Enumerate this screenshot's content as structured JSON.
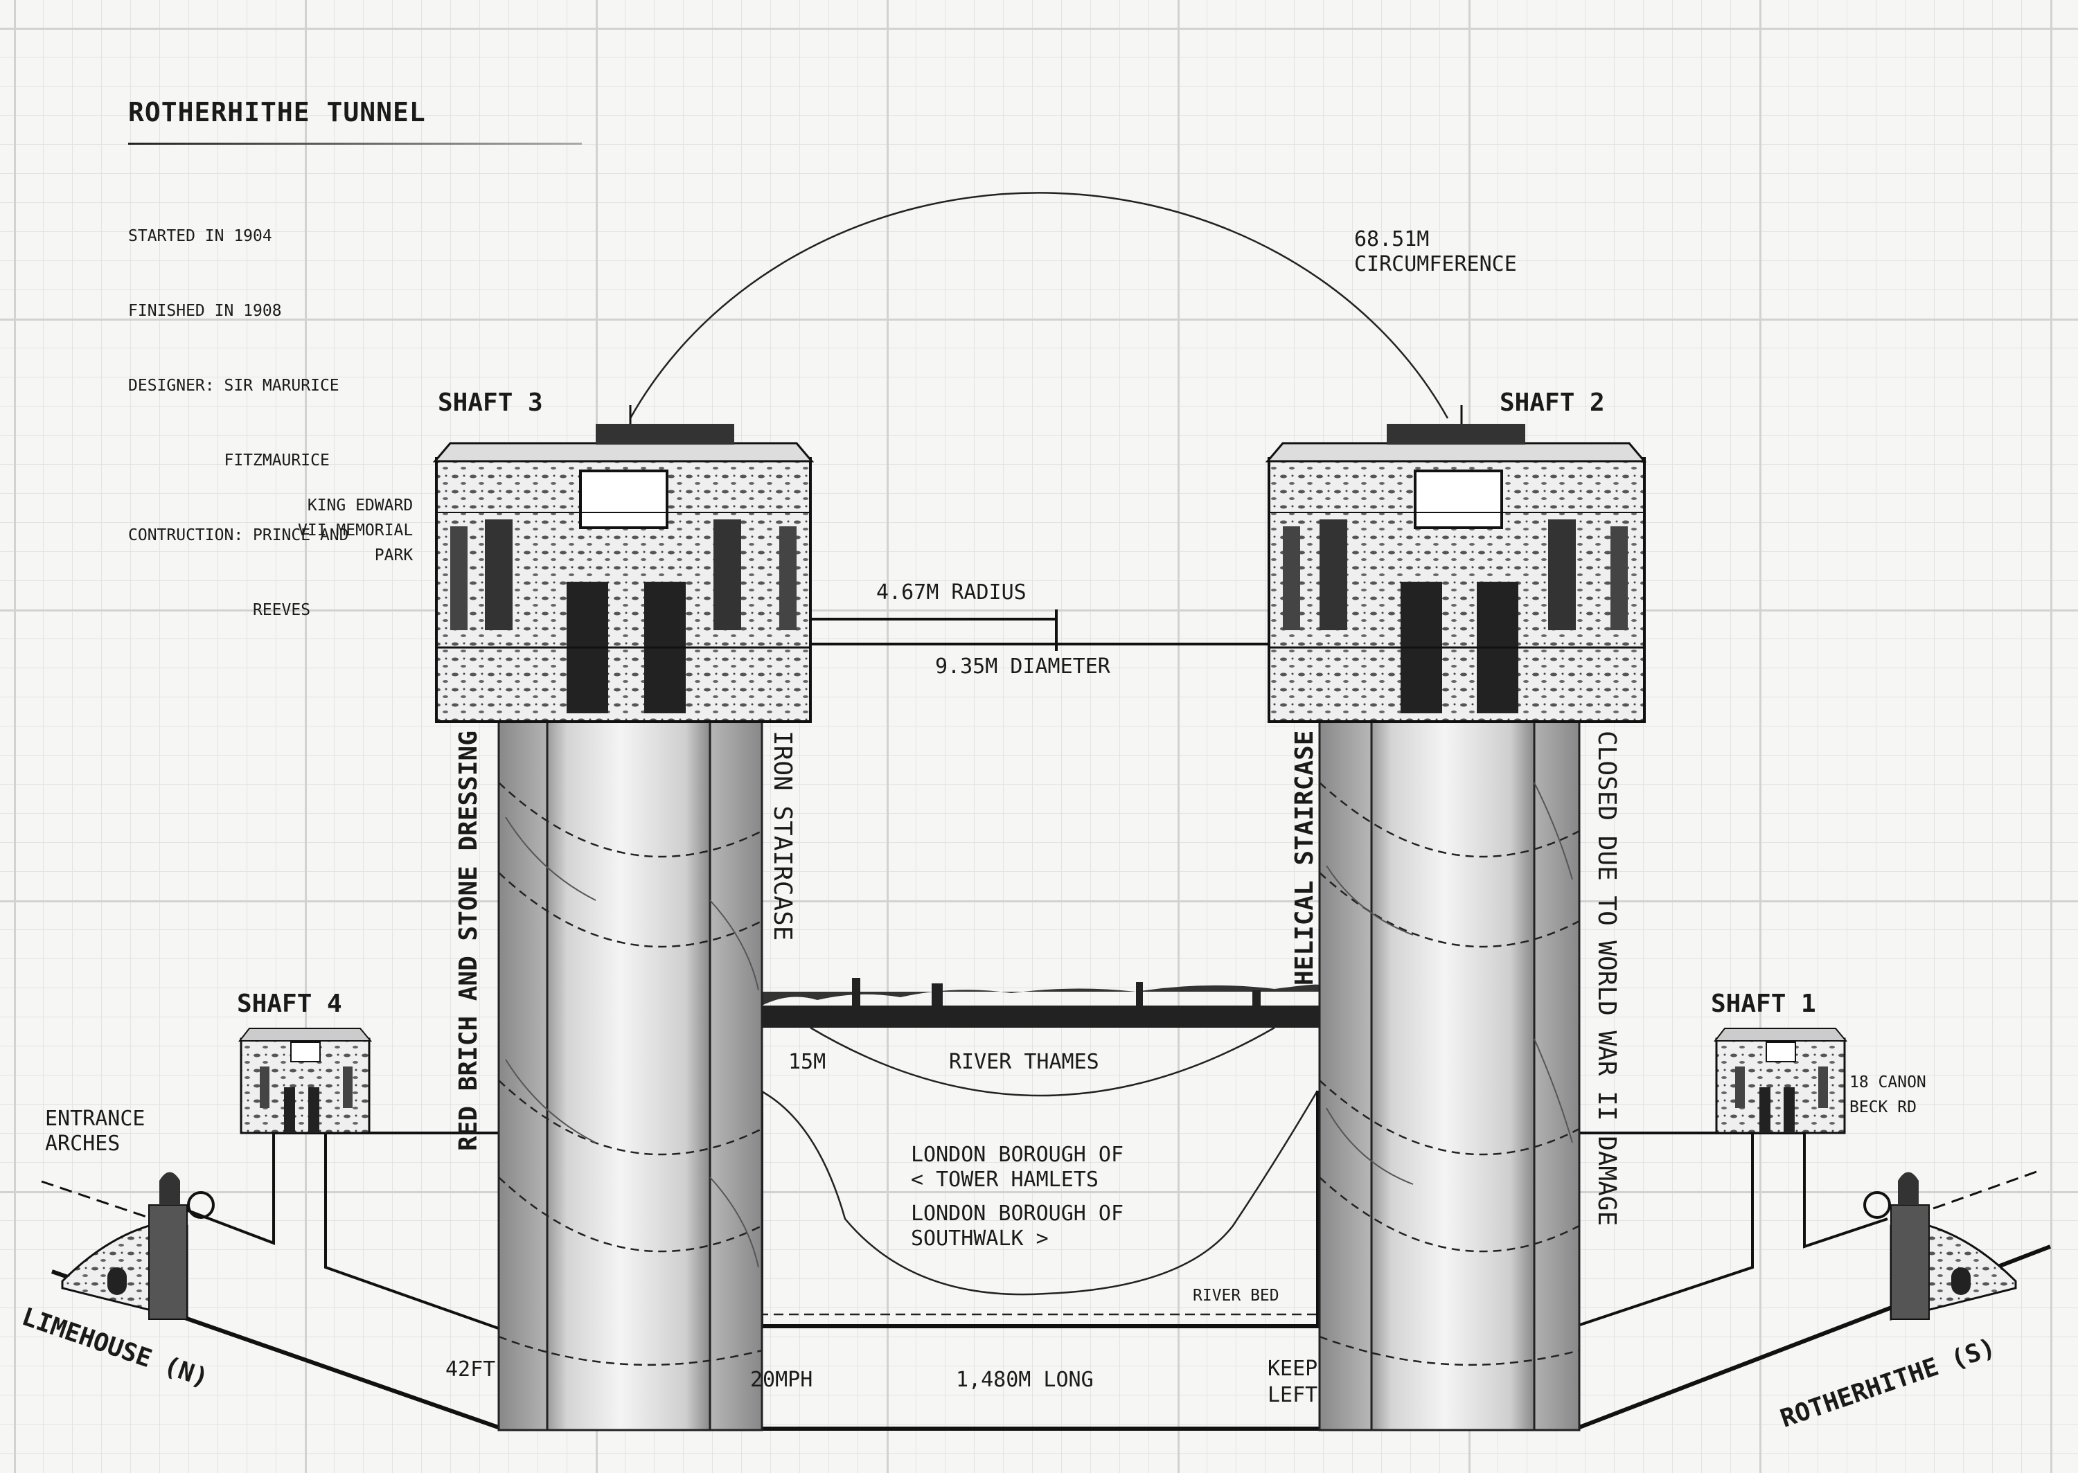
{
  "title": "ROTHERHITHE TUNNEL",
  "facts": [
    "STARTED IN 1904",
    "FINISHED IN 1908",
    "DESIGNER: SIR MARURICE",
    "          FITZMAURICE",
    "CONTRUCTION: PRINCE AND",
    "             REEVES"
  ],
  "shafts": {
    "shaft1": "SHAFT 1",
    "shaft2": "SHAFT 2",
    "shaft3": "SHAFT 3",
    "shaft4": "SHAFT 4"
  },
  "labels": {
    "circumference": "68.51M\nCIRCUMFERENCE",
    "radius": "4.67M RADIUS",
    "diameter": "9.35M DIAMETER",
    "park": "KING EDWARD\nVII MEMORIAL\nPARK",
    "canon": "18 CANON\nBECK RD",
    "entrance": "ENTRANCE\nARCHES",
    "red_brick": "RED BRICH AND STONE DRESSING",
    "iron_staircase": "IRON STAIRCASE",
    "helical_staircase": "HELICAL STAIRCASE",
    "closed": "CLOSED DUE TO WORLD WAR II DAMAGE",
    "river_thames": "RIVER THAMES",
    "depth_15m": "15M",
    "tower_hamlets": "LONDON BOROUGH OF\n< TOWER HAMLETS",
    "southwalk": "LONDON BOROUGH OF\nSOUTHWALK >",
    "river_bed": "RIVER BED",
    "limehouse": "LIMEHOUSE (N)",
    "rotherhithe": "ROTHERHITHE (S)",
    "depth_42ft": "42FT",
    "speed": "20MPH",
    "length": "1,480M LONG",
    "keep_left": "KEEP\nLEFT"
  },
  "colors": {
    "ink": "#1a1a1a",
    "paper": "#f6f6f5",
    "grid_major": "#d2d2d2",
    "grid_minor": "#e3e3e3"
  }
}
